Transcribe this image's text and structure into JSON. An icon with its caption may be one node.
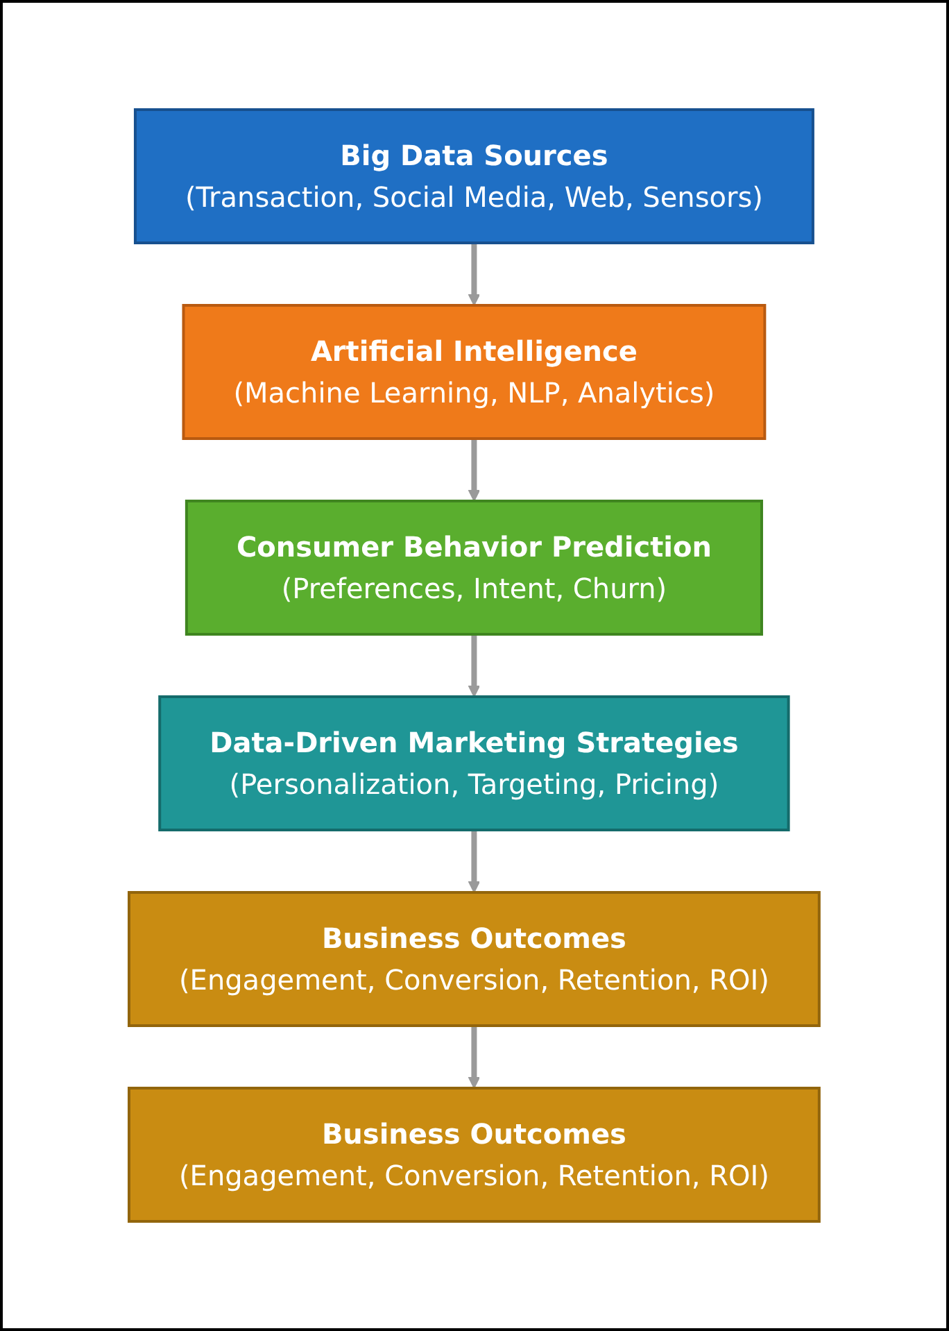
{
  "diagram": {
    "nodes": [
      {
        "text": [
          "Big Data Sources",
          "(Transaction, Social Media, Web, Sensors)"
        ]
      },
      {
        "text": [
          "Artificial Intelligence",
          "(Machine Learning, NLP, Analytics)"
        ]
      },
      {
        "text": [
          "Consumer Behavior Prediction",
          "(Preferences, Intent, Churn)"
        ]
      },
      {
        "text": [
          "Data-Driven Marketing Strategies",
          "(Personalization, Targeting, Pricing)"
        ]
      },
      {
        "text": [
          "Business Outcomes",
          "(Engagement, Conversion, Retention, ROI)"
        ]
      },
      {
        "text": [
          "Business Outcomes",
          "(Engagement, Conversion, Retention, ROI)"
        ]
      }
    ],
    "edges": [
      {
        "from": 0,
        "to": 1,
        "arrow": "to"
      },
      {
        "from": 1,
        "to": 2,
        "arrow": "to"
      },
      {
        "from": 2,
        "to": 3,
        "arrow": "to"
      },
      {
        "from": 3,
        "to": 4,
        "arrow": "to"
      },
      {
        "from": 4,
        "to": 5,
        "arrow": "to"
      }
    ]
  }
}
